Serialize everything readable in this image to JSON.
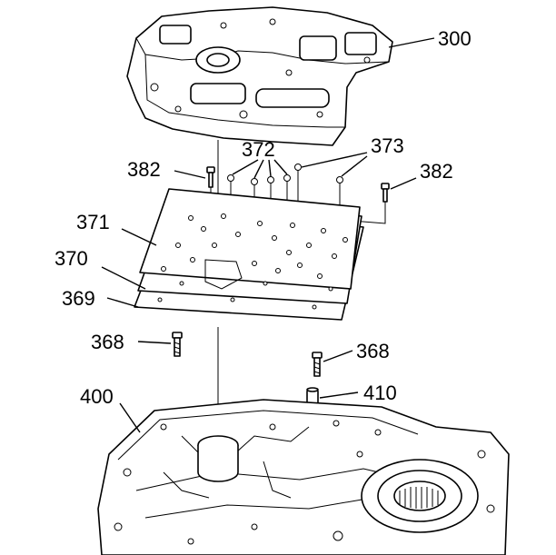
{
  "callouts": {
    "upper_valve_body": "300",
    "bolt_left": "382",
    "check_balls_center": "372",
    "check_balls_right": "373",
    "bolt_right": "382",
    "spacer_plate_gasket_upper": "371",
    "spacer_plate": "370",
    "spacer_plate_gasket_lower": "369",
    "bolt_lower_left": "368",
    "bolt_lower_right": "368",
    "lower_valve_body": "400",
    "pin": "410"
  }
}
